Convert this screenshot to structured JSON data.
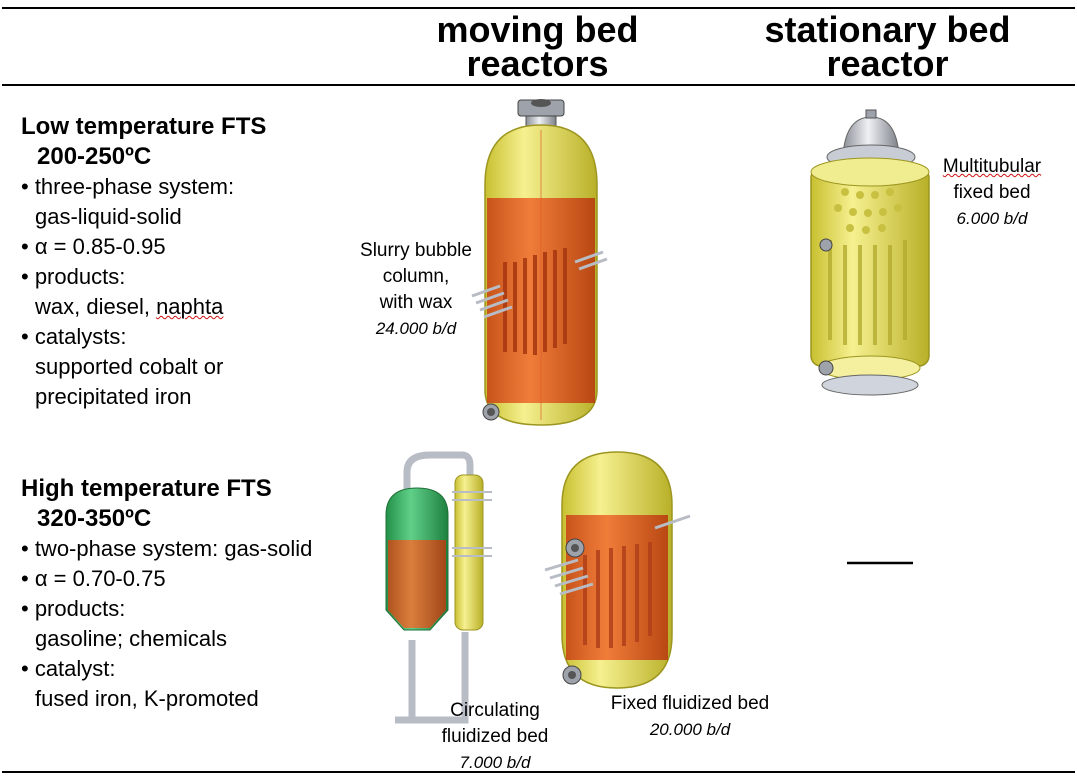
{
  "header": {
    "moving_bed": [
      "moving bed",
      "reactors"
    ],
    "stationary_bed": [
      "stationary bed",
      "reactor"
    ]
  },
  "low_temp": {
    "title": "Low temperature FTS",
    "range": "200-250ºC",
    "items": [
      "• three-phase system:",
      "gas-liquid-solid",
      "• α = 0.85-0.95",
      "• products:",
      "wax, diesel, ",
      "naphta",
      "• catalysts:",
      "supported cobalt or",
      "precipitated iron"
    ]
  },
  "high_temp": {
    "title": "High temperature FTS",
    "range": "320-350ºC",
    "items": [
      "• two-phase system: gas-solid",
      "• α = 0.70-0.75",
      "• products:",
      "gasoline; chemicals",
      "• catalyst:",
      "fused iron, K-promoted"
    ]
  },
  "reactors": {
    "slurry": {
      "lines": [
        "Slurry bubble",
        "column,",
        "with wax"
      ],
      "capacity": "24.000 b/d"
    },
    "multitubular": {
      "lines": [
        "Multitubular",
        "fixed bed"
      ],
      "capacity": "6.000 b/d"
    },
    "circulating": {
      "lines": [
        "Circulating",
        "fluidized bed"
      ],
      "capacity": "7.000 b/d"
    },
    "fixed_fluidized": {
      "lines": [
        "Fixed fluidized bed"
      ],
      "capacity": "20.000 b/d"
    }
  },
  "colors": {
    "vessel_yellow": "#e8e060",
    "vessel_red": "#e05020",
    "vessel_green": "#3ab060",
    "steel": "#b8bcc4"
  }
}
